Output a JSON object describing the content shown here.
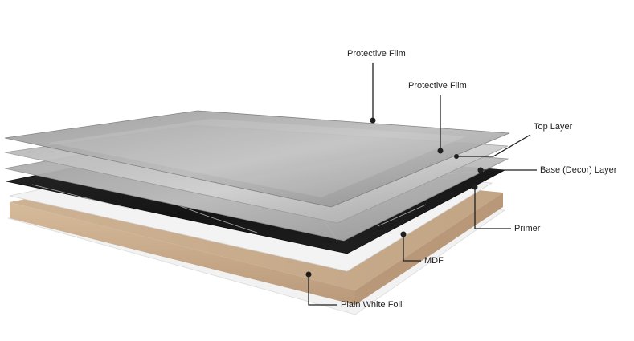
{
  "diagram": {
    "labels": [
      "Protective Film",
      "Protective Film",
      "Top Layer",
      "Base (Decor) Layer",
      "Primer",
      "MDF",
      "Plain White Foil"
    ]
  },
  "colors": {
    "film_top": "#8c8c8c",
    "film_second": "#a9a9a9",
    "top_layer": "#b9b9b9",
    "decor_layer": "#1a1a1a",
    "primer": "#f0f0f0",
    "mdf": "#c9ad8e",
    "white_foil": "#f4f4f4",
    "leader_line": "#1f1f1f",
    "label_text": "#222222"
  }
}
